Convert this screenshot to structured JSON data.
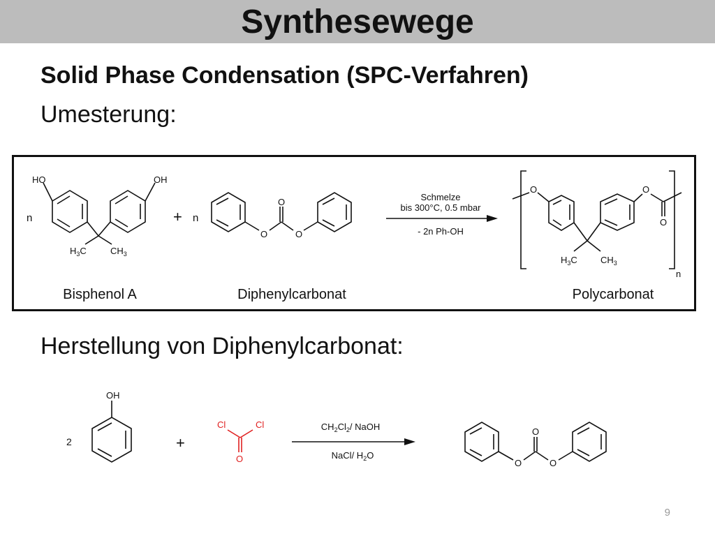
{
  "slide": {
    "title": "Synthesewege",
    "heading": "Solid Phase Condensation (SPC-Verfahren)",
    "subheading": "Umesterung:",
    "subheading2": "Herstellung von Diphenylcarbonat:",
    "page_number": "9"
  },
  "reaction1": {
    "coef_bpa": "n",
    "plus": "+",
    "coef_dpc": "n",
    "bpa_label": "Bisphenol A",
    "dpc_label": "Diphenylcarbonat",
    "pc_label": "Polycarbonat",
    "arrow_top1": "Schmelze",
    "arrow_top2": "bis 300°C, 0.5 mbar",
    "arrow_bottom": "- 2n Ph-OH",
    "bpa_atoms": {
      "ho": "HO",
      "oh": "OH",
      "h3c": "H3C",
      "ch3": "CH3"
    },
    "dpc_atoms": {
      "o_top": "O",
      "o_left": "O",
      "o_right": "O"
    },
    "pc_atoms": {
      "o_left": "O",
      "o_right": "O",
      "o_carbonyl": "O",
      "h3c": "H3C",
      "ch3": "CH3",
      "repeat_n": "n"
    }
  },
  "reaction2": {
    "coef_phenol": "2",
    "plus": "+",
    "phenol_oh": "OH",
    "phosgene": {
      "cl_left": "Cl",
      "cl_right": "Cl",
      "o": "O",
      "color": "#e02020"
    },
    "arrow_top": "CH2Cl2/ NaOH",
    "arrow_bottom": "NaCl/ H2O",
    "dpc_atoms": {
      "o_top": "O",
      "o_left": "O",
      "o_right": "O"
    }
  }
}
